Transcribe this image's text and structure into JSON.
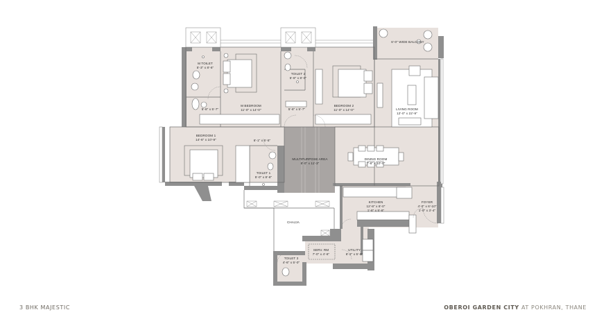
{
  "plan": {
    "unit_type": "3 BHK MAJESTIC",
    "project_name": "OBEROI GARDEN CITY",
    "project_location": "AT POKHRAN, THANE",
    "colors": {
      "floor": "#e8e1dd",
      "wall": "#8f8f8f",
      "multipurpose": "#a9a5a3",
      "furniture": "#ffffff",
      "line": "#6b6b6b",
      "text": "#2b2b2b",
      "footer_text": "#6f6a62"
    },
    "rooms": {
      "m_toilet": {
        "name": "M TOILET",
        "size": "5'-3\" x 8'-6\""
      },
      "m_bedroom": {
        "name": "M BEDROOM",
        "size": "11'-0\" x 14'-0\""
      },
      "m_dress": {
        "size": "5'-8\" x 5'-7\""
      },
      "toilet_2": {
        "name": "TOILET 2",
        "size": "5'-8\" x 8'-0\""
      },
      "passage": {
        "size": "5'-8\" x 5'-7\""
      },
      "bedroom_2": {
        "name": "BEDROOM 2",
        "size": "11'-0\" x 14'-0\""
      },
      "balcony": {
        "name": "6'-0\" WIDE BALCONY"
      },
      "living_room": {
        "name": "LIVING ROOM",
        "size": "12'-0\" x 22'-9\""
      },
      "bedroom_1": {
        "name": "BEDROOM 1",
        "size": "14'-6\" x 10'-9\""
      },
      "bedroom_1_dress": {
        "size": "6'-1\" x 5'-5\""
      },
      "toilet_1": {
        "name": "TOILET 1",
        "size": "5'-0\" x 8'-8\""
      },
      "multipurpose": {
        "name": "MULTIPURPOSE AREA",
        "size": "8'-0\" x 11'-3\""
      },
      "dining_room": {
        "name": "DINING ROOM",
        "size": "7'-6\" x 10'-0\""
      },
      "kitchen": {
        "name": "KITCHEN",
        "size_line1": "12'-8\" x 8'-0\"",
        "size_line2": "1'-8\" x 5'-8\""
      },
      "foyer": {
        "name": "FOYER",
        "size_line1": "4'-0\" x 6'-10\"",
        "size_line2": "1'-0\" x 3'-4\""
      },
      "chajja": {
        "name": "CHAJJA"
      },
      "serv_rm": {
        "name": "SERV. RM",
        "size": "7'-0\" x 4'-6\""
      },
      "utility": {
        "name": "UTILITY",
        "size": "6'-2\" x 5'-0\""
      },
      "toilet_3": {
        "name": "TOILET 3",
        "size": "4'-6\" x 5'-0\""
      }
    }
  }
}
